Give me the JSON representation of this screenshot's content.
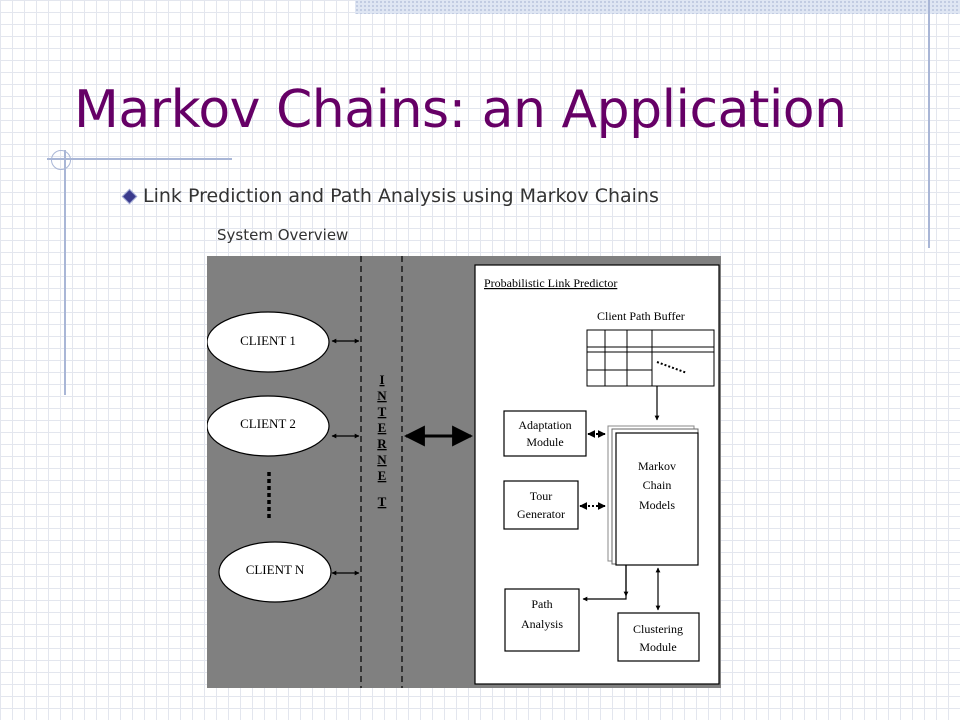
{
  "slide": {
    "title": "Markov Chains: an Application",
    "bullet": "Link Prediction and Path Analysis using Markov Chains",
    "subheading": "System Overview"
  },
  "diagram": {
    "clients": [
      "CLIENT 1",
      "CLIENT 2",
      "CLIENT N"
    ],
    "internet_letters": [
      "I",
      "N",
      "T",
      "E",
      "R",
      "N",
      "E",
      "T"
    ],
    "predictor_title": "Probabilistic Link Predictor",
    "buffer_label": "Client Path Buffer",
    "adaptation_module": [
      "Adaptation",
      "Module"
    ],
    "tour_generator": [
      "Tour",
      "Generator"
    ],
    "markov_chain_models": [
      "Markov",
      "Chain",
      "Models"
    ],
    "path_analysis": [
      "Path",
      "Analysis"
    ],
    "clustering_module": [
      "Clustering",
      "Module"
    ]
  },
  "colors": {
    "title": "#660066",
    "diagram_background": "#808080",
    "accent_lines": "#a9b6d6"
  }
}
